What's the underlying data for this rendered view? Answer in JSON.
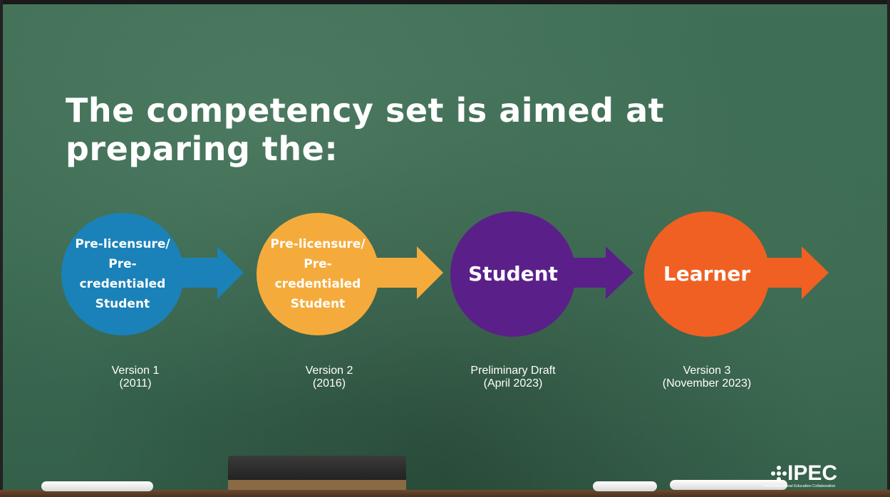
{
  "slide": {
    "title": "The competency set is aimed at preparing the:"
  },
  "stages": [
    {
      "label": "Pre-licensure/\nPre-\ncredentialed\nStudent",
      "version": "Version 1\n(2011)",
      "color": "#1a82b8"
    },
    {
      "label": "Pre-licensure/\nPre-\ncredentialed\nStudent",
      "version": "Version 2\n(2016)",
      "color": "#f5ab3c"
    },
    {
      "label": "Student",
      "version": "Preliminary Draft\n(April 2023)",
      "color": "#5b1f8a"
    },
    {
      "label": "Learner",
      "version": "Version 3\n(November 2023)",
      "color": "#f06022"
    }
  ],
  "logo": {
    "text": "IPEC",
    "subtitle": "Interprofessional Education Collaborative",
    "icon": "cross-dots-icon"
  }
}
